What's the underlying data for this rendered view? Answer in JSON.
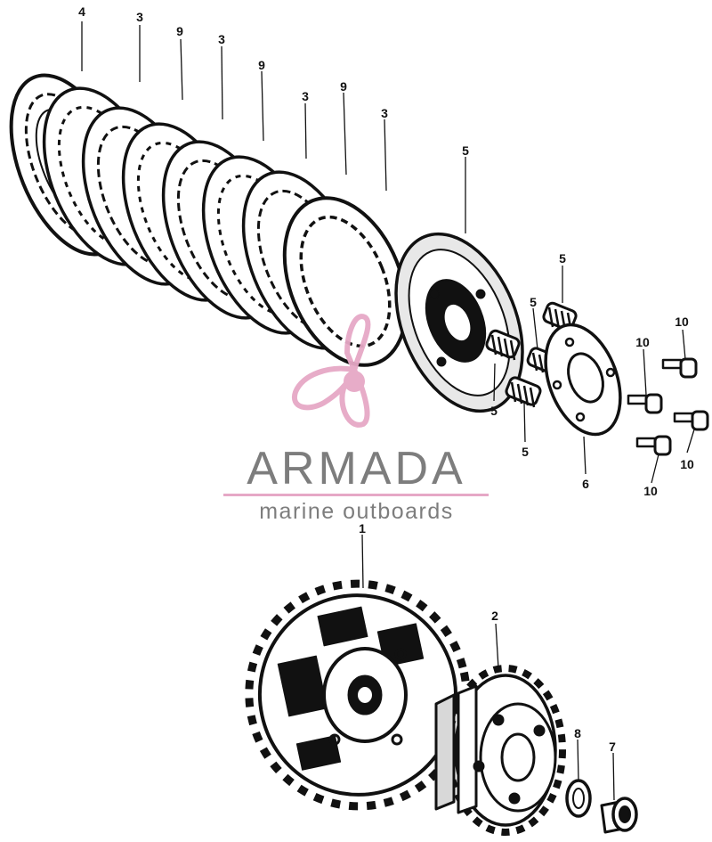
{
  "watermark": {
    "title": "ARMADA",
    "subtitle": "marine outboards",
    "accent_color": "#e6a8c6",
    "text_color": "#7d7d7d",
    "logo": "propeller-icon"
  },
  "callouts": {
    "plate_4": "4",
    "plate_3a": "3",
    "plate_9a": "9",
    "plate_3b": "3",
    "plate_9b": "9",
    "plate_3c": "3",
    "plate_9c": "9",
    "plate_3d": "3",
    "pressure_plate_5": "5",
    "spring_5a": "5",
    "spring_5b": "5",
    "spring_5c": "5",
    "spring_5d": "5",
    "lifter_6": "6",
    "bolt_10a": "10",
    "bolt_10b": "10",
    "bolt_10c": "10",
    "bolt_10d": "10",
    "outer_housing_1": "1",
    "center_hub_2": "2",
    "washer_8": "8",
    "nut_7": "7"
  }
}
